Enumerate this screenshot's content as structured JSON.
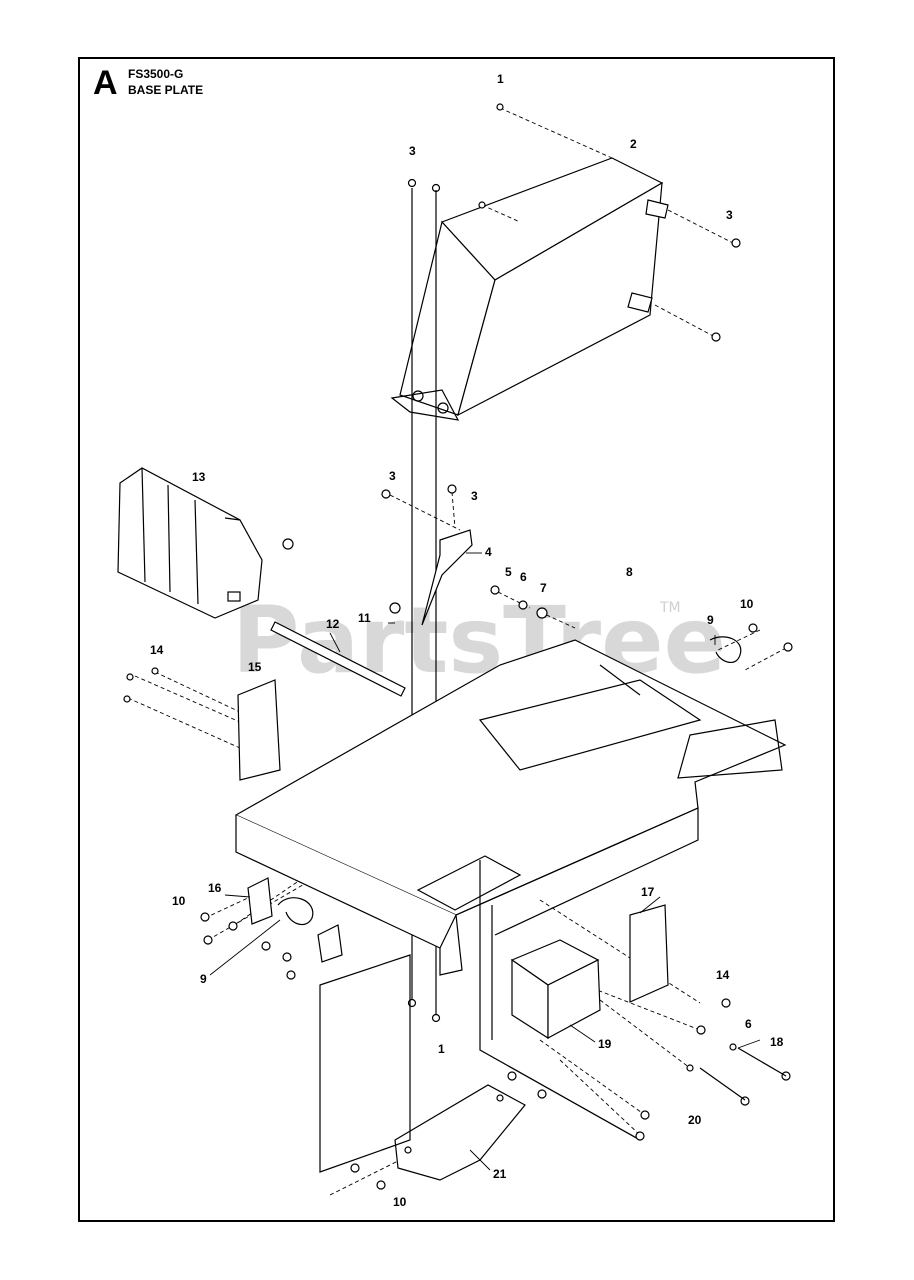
{
  "header": {
    "section_letter": "A",
    "model": "FS3500-G",
    "title": "BASE PLATE"
  },
  "watermark": {
    "text": "PartsTree",
    "tm": "TM"
  },
  "callouts": [
    {
      "id": "c1a",
      "label": "1"
    },
    {
      "id": "c2",
      "label": "2"
    },
    {
      "id": "c3a",
      "label": "3"
    },
    {
      "id": "c3b",
      "label": "3"
    },
    {
      "id": "c3c",
      "label": "3"
    },
    {
      "id": "c3d",
      "label": "3"
    },
    {
      "id": "c4",
      "label": "4"
    },
    {
      "id": "c5",
      "label": "5"
    },
    {
      "id": "c6a",
      "label": "6"
    },
    {
      "id": "c7",
      "label": "7"
    },
    {
      "id": "c8",
      "label": "8"
    },
    {
      "id": "c9a",
      "label": "9"
    },
    {
      "id": "c10a",
      "label": "10"
    },
    {
      "id": "c11",
      "label": "11"
    },
    {
      "id": "c12",
      "label": "12"
    },
    {
      "id": "c13",
      "label": "13"
    },
    {
      "id": "c14a",
      "label": "14"
    },
    {
      "id": "c15",
      "label": "15"
    },
    {
      "id": "c16",
      "label": "16"
    },
    {
      "id": "c10b",
      "label": "10"
    },
    {
      "id": "c9b",
      "label": "9"
    },
    {
      "id": "c1b",
      "label": "1"
    },
    {
      "id": "c17",
      "label": "17"
    },
    {
      "id": "c14b",
      "label": "14"
    },
    {
      "id": "c6b",
      "label": "6"
    },
    {
      "id": "c18",
      "label": "18"
    },
    {
      "id": "c19",
      "label": "19"
    },
    {
      "id": "c20",
      "label": "20"
    },
    {
      "id": "c21",
      "label": "21"
    },
    {
      "id": "c10c",
      "label": "10"
    }
  ]
}
